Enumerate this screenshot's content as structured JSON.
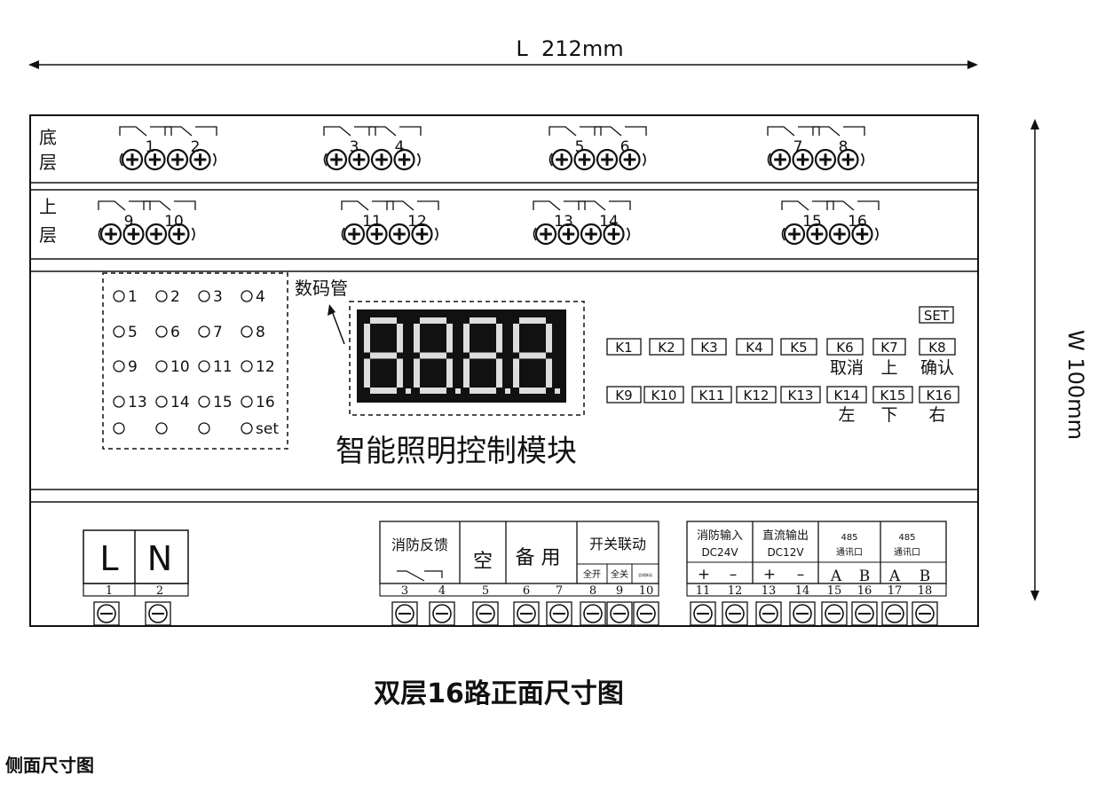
{
  "dimensions": {
    "length": "L  212mm",
    "width": "W 100mm"
  },
  "layers": {
    "bottom_label": [
      "底",
      "层"
    ],
    "top_label": [
      "上",
      "层"
    ],
    "bottom_relays": [
      "1",
      "2",
      "3",
      "4",
      "5",
      "6",
      "7",
      "8"
    ],
    "top_relays": [
      "9",
      "10",
      "11",
      "12",
      "13",
      "14",
      "15",
      "16"
    ]
  },
  "indicators": {
    "rows": [
      [
        "1",
        "2",
        "3",
        "4"
      ],
      [
        "5",
        "6",
        "7",
        "8"
      ],
      [
        "9",
        "10",
        "11",
        "12"
      ],
      [
        "13",
        "14",
        "15",
        "16"
      ],
      [
        "",
        "",
        "",
        "set"
      ]
    ]
  },
  "display": {
    "label": "数码管",
    "digits": "8888"
  },
  "module_name": "智能照明控制模块",
  "keys": {
    "set": "SET",
    "row1": [
      "K1",
      "K2",
      "K3",
      "K4",
      "K5",
      "K6",
      "K7",
      "K8"
    ],
    "row1_captions": [
      "取消",
      "上",
      "确认"
    ],
    "row2": [
      "K9",
      "K10",
      "K11",
      "K12",
      "K13",
      "K14",
      "K15",
      "K16"
    ],
    "row2_captions": [
      "左",
      "下",
      "右"
    ]
  },
  "power_terminals": {
    "labels": [
      "L",
      "N"
    ],
    "numbers": [
      "1",
      "2"
    ]
  },
  "io_terminals": {
    "fire_feedback": "消防反馈",
    "empty": "空",
    "spare": "备 用",
    "switch_link": "开关联动",
    "switch_link_sub": [
      "全开",
      "全关",
      "总线联动"
    ],
    "fire_input": [
      "消防输入",
      "DC24V"
    ],
    "dc_output": [
      "直流输出",
      "DC12V"
    ],
    "port485_a": [
      "485",
      "通讯口"
    ],
    "port485_b": [
      "485",
      "通讯口"
    ],
    "polarity": [
      "+",
      "–",
      "+",
      "–"
    ],
    "ab": [
      "A",
      "B",
      "A",
      "B"
    ],
    "numbers": [
      "3",
      "4",
      "5",
      "6",
      "7",
      "8",
      "9",
      "10",
      "11",
      "12",
      "13",
      "14",
      "15",
      "16",
      "17",
      "18"
    ]
  },
  "caption": "双层16路正面尺寸图",
  "section_title": "侧面尺寸图"
}
